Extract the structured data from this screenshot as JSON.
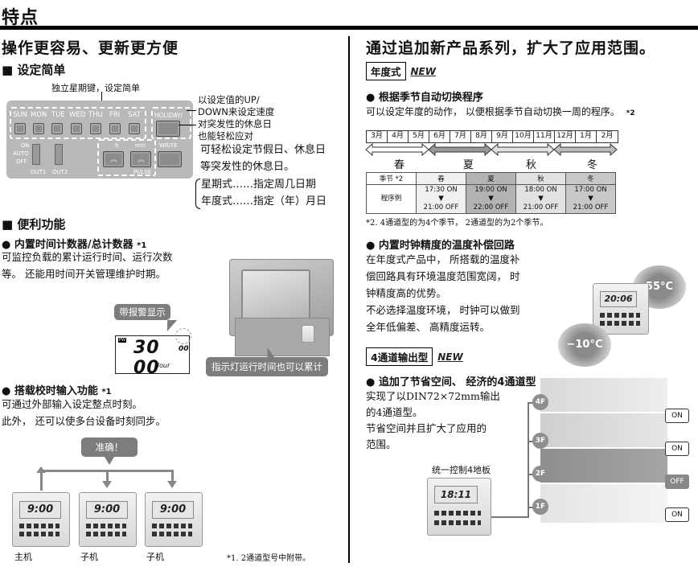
{
  "page": {
    "title": "特点"
  },
  "left": {
    "heading": "操作更容易、更新更方便",
    "setup": {
      "title": "■ 设定简单",
      "top_caption": "独立星期键，设定简单",
      "days": [
        "SUN",
        "MON",
        "TUE",
        "WED",
        "THU",
        "FRI",
        "SAT"
      ],
      "holiday_label": "HOLIDAY/",
      "write_label": "WRITE",
      "h_label": "h",
      "min_label": "min",
      "pulse_label": "PULSE",
      "switch_labels": [
        "ON",
        "AUTO",
        "OFF"
      ],
      "out_labels": [
        "OUT1",
        "OUT2"
      ],
      "annot_lines": [
        "以设定值的UP/",
        "DOWN来设定速度",
        "对突发性的休息日",
        "也能轻松应对"
      ],
      "annot_big": [
        "可轻松设定节假日、休息日",
        "等突发性的休息日。"
      ],
      "modes": [
        "星期式……指定周几日期",
        "年度式……指定（年）月日"
      ]
    },
    "convenience": {
      "title": "■ 便利功能",
      "counter": {
        "title": "● 内置时间计数器/总计数器",
        "note": "*1",
        "body": [
          "可监控负载的累计运行时间、运行次数",
          "等。 还能用时间开关管理维护时期。"
        ],
        "alarm_bubble": "带报警显示",
        "lcd_value": "30 00",
        "lcd_small": "00",
        "lcd_unit": "Hour",
        "lamp_bubble": "指示灯运行时间也可以累计"
      },
      "sync": {
        "title": "● 搭载校时输入功能",
        "note": "*1",
        "body": [
          "可通过外部输入设定整点时刻。",
          "此外， 还可以使多台设备时刻同步。"
        ],
        "bubble": "准确！",
        "devices": [
          {
            "label": "主机",
            "time": "9:00"
          },
          {
            "label": "子机",
            "time": "9:00"
          },
          {
            "label": "子机",
            "time": "9:00"
          }
        ]
      },
      "footnote": "*1. 2通道型号中附带。"
    }
  },
  "right": {
    "heading": "通过追加新产品系列，扩大了应用范围。",
    "annual": {
      "label": "年度式",
      "badge": "NEW",
      "season": {
        "title": "● 根据季节自动切换程序",
        "body": "可以设定年度的动作， 以便根据季节自动切换一周的程序。",
        "note": "*2",
        "months": [
          "3月",
          "4月",
          "5月",
          "6月",
          "7月",
          "8月",
          "9月",
          "10月",
          "11月",
          "12月",
          "1月",
          "2月"
        ],
        "seasons": [
          "春",
          "夏",
          "秋",
          "冬"
        ],
        "table": {
          "header_label": "季节 *2",
          "row_label": "程序例",
          "cols": [
            {
              "season": "春",
              "on": "17:30 ON",
              "off": "21:00 OFF"
            },
            {
              "season": "夏",
              "on": "19:00 ON",
              "off": "22:00 OFF"
            },
            {
              "season": "秋",
              "on": "18:00 ON",
              "off": "21:00 OFF"
            },
            {
              "season": "冬",
              "on": "17:00 ON",
              "off": "21:00 OFF"
            }
          ],
          "arrow": "▼"
        },
        "footnote": "*2. 4通道型的为4个季节， 2通道型的为2个季节。"
      },
      "temp": {
        "title": "● 内置时钟精度的温度补偿回路",
        "body": [
          "在年度式产品中， 所搭载的温度补",
          "偿回路具有环境温度范围宽阔， 时",
          "钟精度高的优势。",
          "不必选择温度环境， 时钟可以做到",
          "全年低偏差、 高精度运转。"
        ],
        "high": "55°C",
        "low": "−10°C",
        "lcd_time": "20:06"
      }
    },
    "four_ch": {
      "label": "4通道输出型",
      "badge": "NEW",
      "title": "● 追加了节省空间、 经济的4通道型",
      "body": [
        "实现了以DIN72×72mm输出",
        "的4通道型。",
        "节省空间并且扩大了应用的",
        "范围。"
      ],
      "controller_caption": "统一控制4地板",
      "lcd_time": "18:11",
      "floors": [
        {
          "name": "4F",
          "status": "ON"
        },
        {
          "name": "3F",
          "status": "ON"
        },
        {
          "name": "2F",
          "status": "OFF"
        },
        {
          "name": "1F",
          "status": "ON"
        }
      ]
    }
  }
}
